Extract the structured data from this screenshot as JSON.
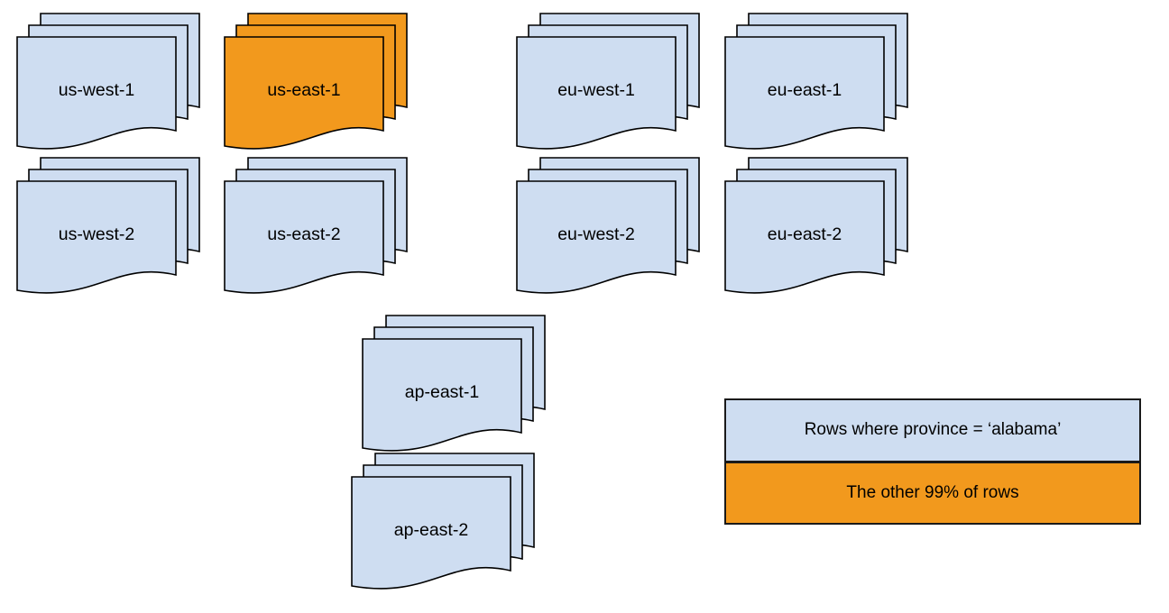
{
  "colors": {
    "region_default": "#CEDDF1",
    "region_highlight": "#F2991D",
    "stroke": "#000000",
    "legend_border": "#1a1a1a"
  },
  "regions": [
    {
      "label": "us-west-1",
      "highlighted": false
    },
    {
      "label": "us-east-1",
      "highlighted": true
    },
    {
      "label": "eu-west-1",
      "highlighted": false
    },
    {
      "label": "eu-east-1",
      "highlighted": false
    },
    {
      "label": "us-west-2",
      "highlighted": false
    },
    {
      "label": "us-east-2",
      "highlighted": false
    },
    {
      "label": "eu-west-2",
      "highlighted": false
    },
    {
      "label": "eu-east-2",
      "highlighted": false
    },
    {
      "label": "ap-east-1",
      "highlighted": false
    },
    {
      "label": "ap-east-2",
      "highlighted": false
    }
  ],
  "legend": {
    "rows": [
      {
        "label": "Rows where province = ‘alabama’",
        "color_key": "region_default"
      },
      {
        "label": "The other 99% of rows",
        "color_key": "region_highlight"
      }
    ]
  }
}
